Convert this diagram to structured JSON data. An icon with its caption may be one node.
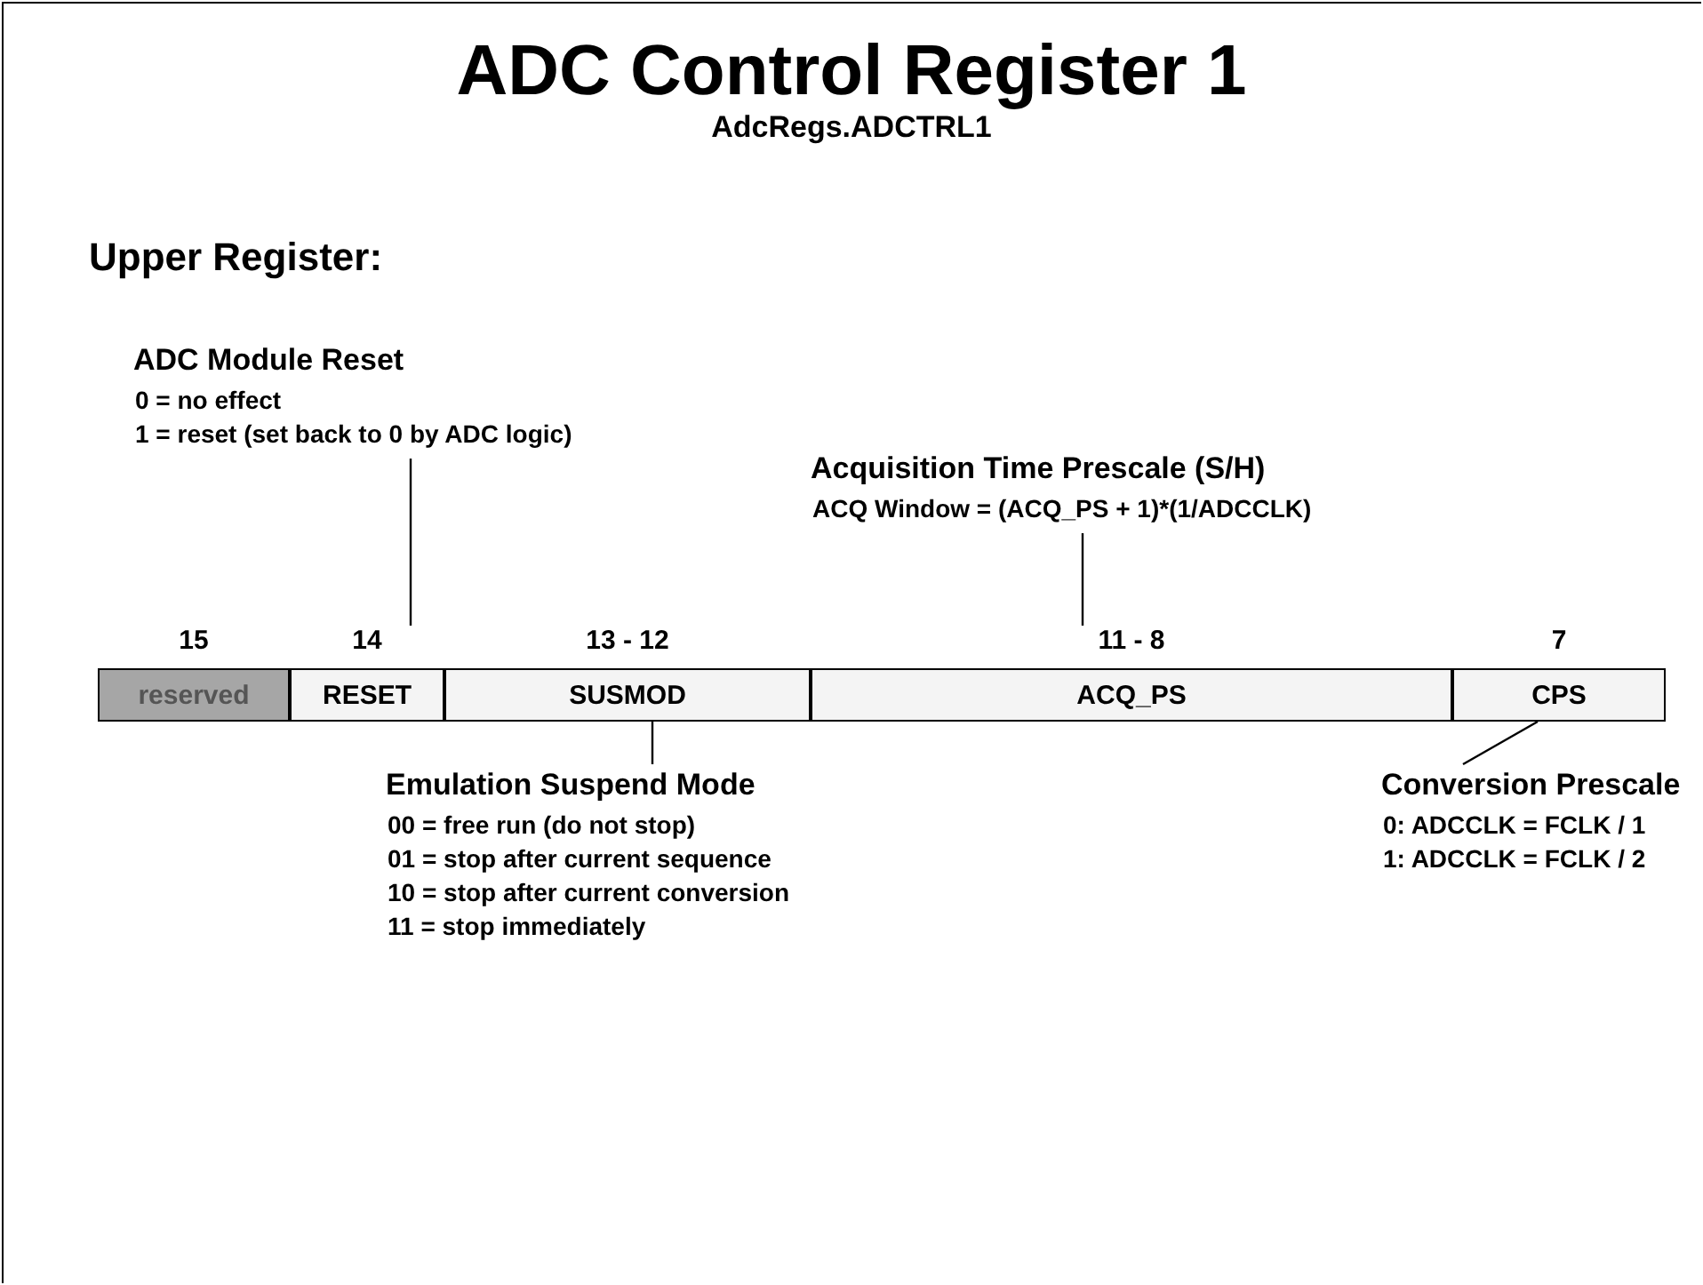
{
  "diagram": {
    "title": "ADC Control Register 1",
    "nodes": [
      {
        "text": [
          "reserved"
        ],
        "beside": [
          "15"
        ]
      },
      {
        "text": [
          "RESET"
        ],
        "beside": [
          "14"
        ]
      },
      {
        "text": [
          "SUSMOD"
        ],
        "beside": [
          "13 - 12"
        ]
      },
      {
        "text": [
          "ACQ_PS"
        ],
        "beside": [
          "11 - 8"
        ]
      },
      {
        "text": [
          "CPS"
        ],
        "beside": [
          "7"
        ]
      },
      {
        "text": [
          "ADC Module Reset",
          "0 = no effect",
          "1 = reset (set back to 0 by ADC logic)"
        ]
      },
      {
        "text": [
          "Acquisition Time Prescale (S/H)",
          "ACQ Window = (ACQ_PS + 1)*(1/ADCCLK)"
        ]
      },
      {
        "text": [
          "Emulation Suspend Mode",
          "00 = free run (do not stop)",
          "01 = stop after current sequence",
          "10 = stop after current conversion",
          "11 = stop immediately"
        ]
      },
      {
        "text": [
          "Conversion Prescale",
          "0: ADCCLK = FCLK / 1",
          "1: ADCCLK = FCLK / 2"
        ]
      }
    ],
    "edges": [
      {
        "from": 5,
        "to": 1,
        "arrow": "none"
      },
      {
        "from": 6,
        "to": 3,
        "arrow": "none"
      },
      {
        "from": 7,
        "to": 2,
        "arrow": "none"
      },
      {
        "from": 8,
        "to": 4,
        "arrow": "none"
      }
    ],
    "labels": [
      "AdcRegs.ADCTRL1",
      "Upper Register:"
    ]
  }
}
